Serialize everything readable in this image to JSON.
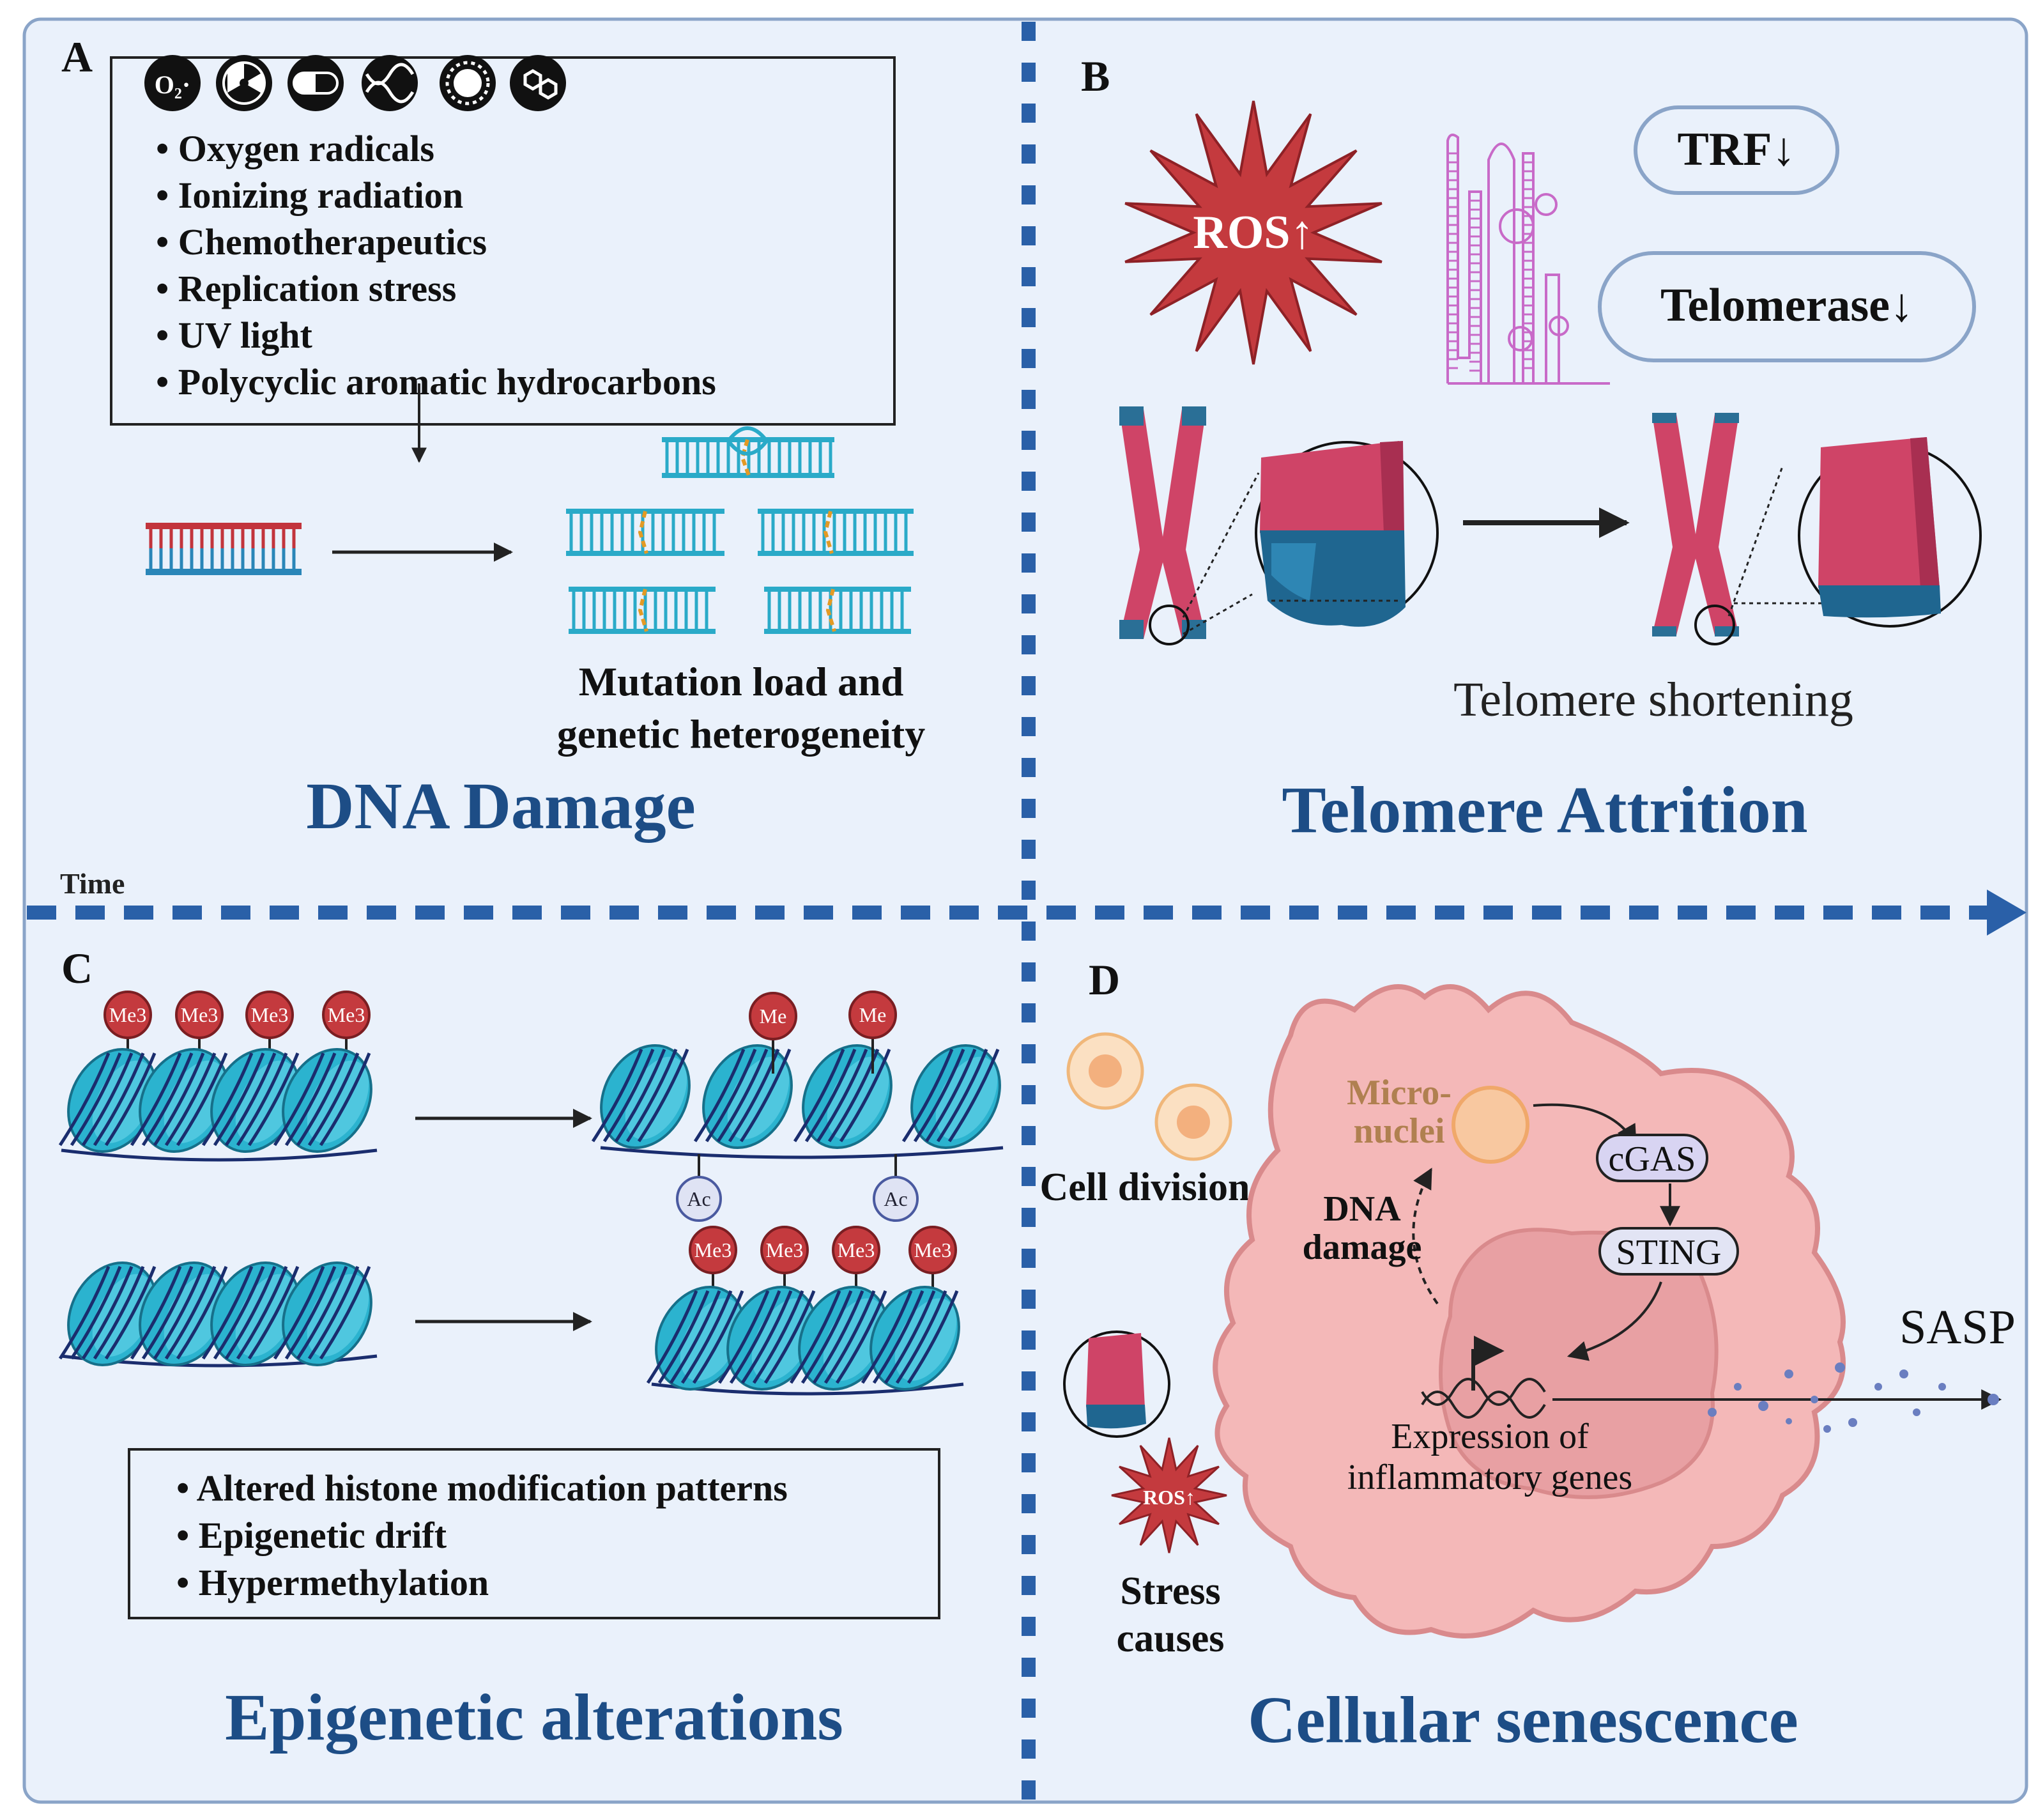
{
  "colors": {
    "panel_bg": "#eaf1fb",
    "border": "#8aa4c8",
    "divider": "#2a60a8",
    "title": "#1d4d86",
    "ros": "#c43a3e",
    "chromosome": "#cf4467",
    "telomere": "#2a6f96",
    "dna_cyan": "#2aaac8",
    "nucleosome": "#2bb3cf",
    "me": "#c43a3e",
    "cell": "#f3b5b5",
    "nucleus": "#e79c9f",
    "micronuclei": "#f5c48f"
  },
  "axis": {
    "label": "Time"
  },
  "panel_a": {
    "letter": "A",
    "icons": [
      "oxygen-radical-icon",
      "radiation-icon",
      "pill-icon",
      "dna-icon",
      "sun-icon",
      "molecule-icon"
    ],
    "o2_label": "O₂·",
    "causes": [
      "• Oxygen radicals",
      "• Ionizing radiation",
      "• Chemotherapeutics",
      "• Replication  stress",
      "• UV light",
      "• Polycyclic aromatic  hydrocarbons"
    ],
    "result_line1": "Mutation load and",
    "result_line2": "genetic heterogeneity",
    "title": "DNA Damage"
  },
  "panel_b": {
    "letter": "B",
    "ros_label": "ROS↑",
    "trf_label": "TRF↓",
    "telomerase_label": "Telomerase↓",
    "caption": "Telomere shortening",
    "title": "Telomere Attrition"
  },
  "panel_c": {
    "letter": "C",
    "me3": "Me3",
    "me": "Me",
    "ac": "Ac",
    "bullets": [
      "• Altered histone modification patterns",
      "• Epigenetic drift",
      "• Hypermethylation"
    ],
    "title": "Epigenetic alterations"
  },
  "panel_d": {
    "letter": "D",
    "cell_division": "Cell division",
    "micronuclei_line1": "Micro-",
    "micronuclei_line2": "nuclei",
    "dna_damage_line1": "DNA",
    "dna_damage_line2": "damage",
    "cgas": "cGAS",
    "sting": "STING",
    "expression_line1": "Expression of",
    "expression_line2": "inflammatory genes",
    "sasp": "SASP",
    "ros_label": "ROS↑",
    "stress_line1": "Stress",
    "stress_line2": "causes",
    "title": "Cellular senescence"
  }
}
